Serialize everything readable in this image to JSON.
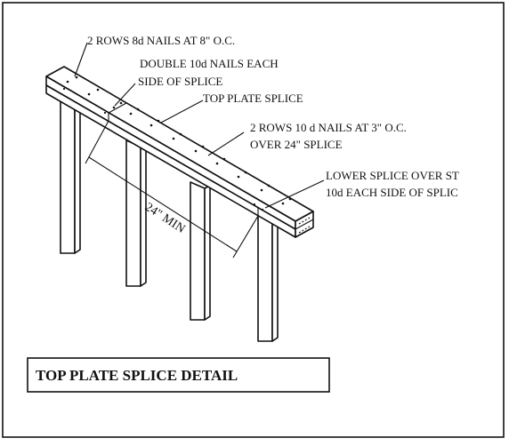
{
  "diagram": {
    "title": "TOP PLATE SPLICE DETAIL",
    "annotations": {
      "rows_8d": "2 ROWS 8d NAILS AT 8\" O.C.",
      "double_10d_line1": "DOUBLE 10d NAILS EACH",
      "double_10d_line2": "SIDE OF SPLICE",
      "top_plate_splice": "TOP PLATE SPLICE",
      "rows_10d_line1": "2 ROWS 10 d NAILS AT 3\" O.C.",
      "rows_10d_line2": "OVER 24\" SPLICE",
      "lower_splice_line1": "LOWER SPLICE OVER ST",
      "lower_splice_line2": "10d EACH SIDE OF SPLIC"
    },
    "dimension_label": "24\" MIN"
  },
  "colors": {
    "ink": "#111111",
    "paper": "#ffffff"
  }
}
